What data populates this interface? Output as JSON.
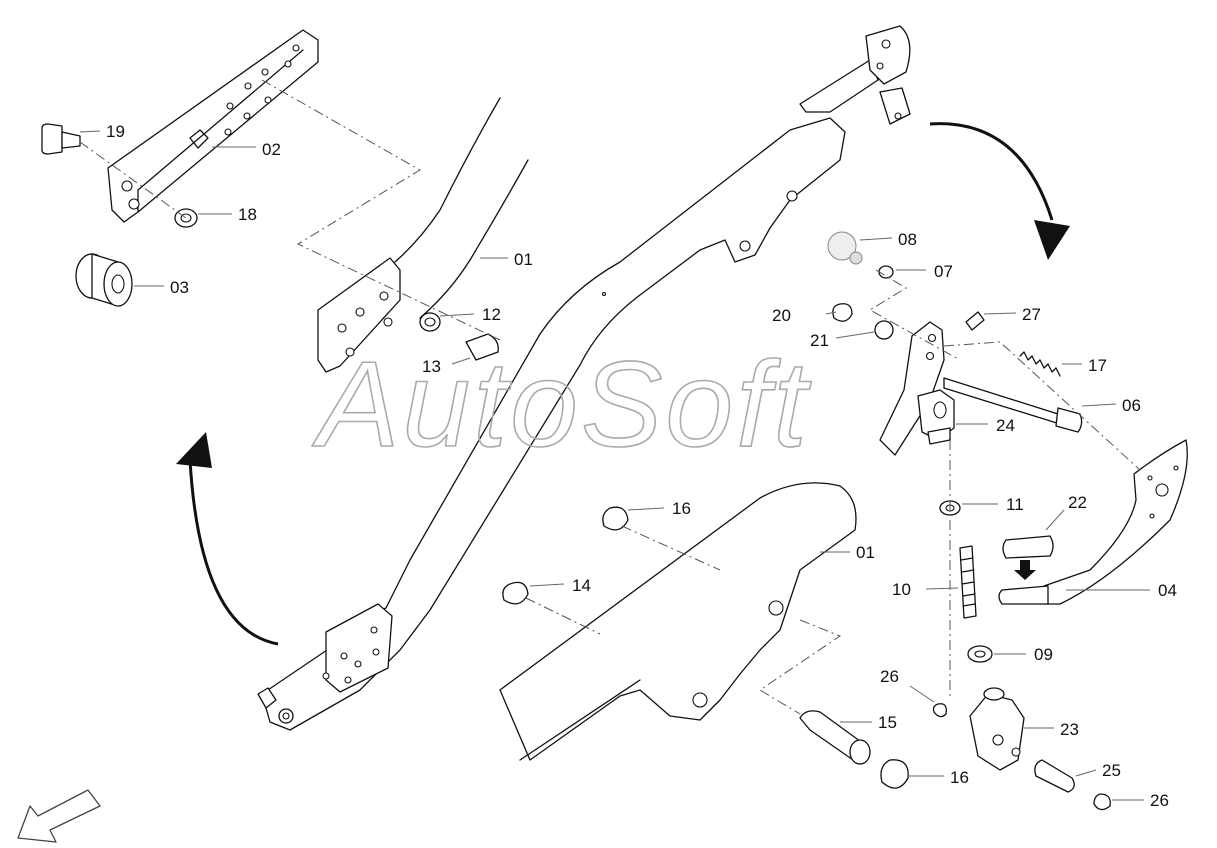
{
  "watermark": "AutoSoft",
  "callouts": [
    {
      "id": "c19",
      "label": "19"
    },
    {
      "id": "c02",
      "label": "02"
    },
    {
      "id": "c18",
      "label": "18"
    },
    {
      "id": "c03",
      "label": "03"
    },
    {
      "id": "c01a",
      "label": "01"
    },
    {
      "id": "c12",
      "label": "12"
    },
    {
      "id": "c13",
      "label": "13"
    },
    {
      "id": "c08",
      "label": "08"
    },
    {
      "id": "c07",
      "label": "07"
    },
    {
      "id": "c20",
      "label": "20"
    },
    {
      "id": "c21",
      "label": "21"
    },
    {
      "id": "c27",
      "label": "27"
    },
    {
      "id": "c17",
      "label": "17"
    },
    {
      "id": "c06",
      "label": "06"
    },
    {
      "id": "c24",
      "label": "24"
    },
    {
      "id": "c16a",
      "label": "16"
    },
    {
      "id": "c11",
      "label": "11"
    },
    {
      "id": "c22",
      "label": "22"
    },
    {
      "id": "c01b",
      "label": "01"
    },
    {
      "id": "c10",
      "label": "10"
    },
    {
      "id": "c04",
      "label": "04"
    },
    {
      "id": "c14",
      "label": "14"
    },
    {
      "id": "c09",
      "label": "09"
    },
    {
      "id": "c26a",
      "label": "26"
    },
    {
      "id": "c15",
      "label": "15"
    },
    {
      "id": "c23",
      "label": "23"
    },
    {
      "id": "c25",
      "label": "25"
    },
    {
      "id": "c16b",
      "label": "16"
    },
    {
      "id": "c26b",
      "label": "26"
    }
  ]
}
